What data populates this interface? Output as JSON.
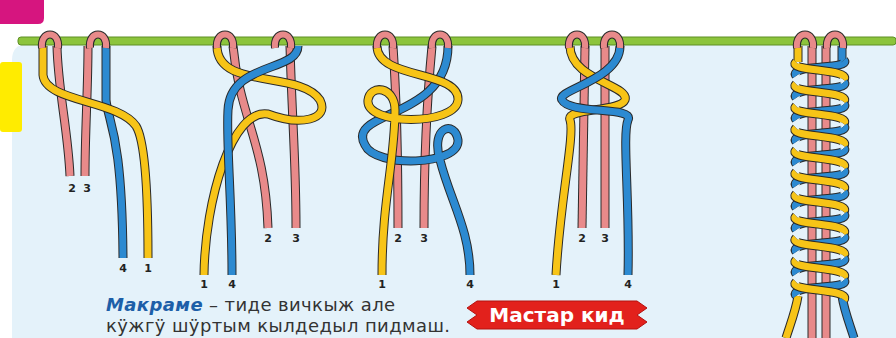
{
  "diagram": {
    "nodes": [
      {
        "text": [
          "Мастар кид"
        ]
      }
    ],
    "labels": [
      "2",
      "3",
      "4",
      "1",
      "1",
      "4",
      "2",
      "3",
      "2",
      "3",
      "1",
      "4",
      "2",
      "3",
      "1",
      "4",
      "Макраме",
      "– тиде вичкыж але",
      "кӱжгӱ шӱртым кылдедыл пидмаш."
    ]
  }
}
